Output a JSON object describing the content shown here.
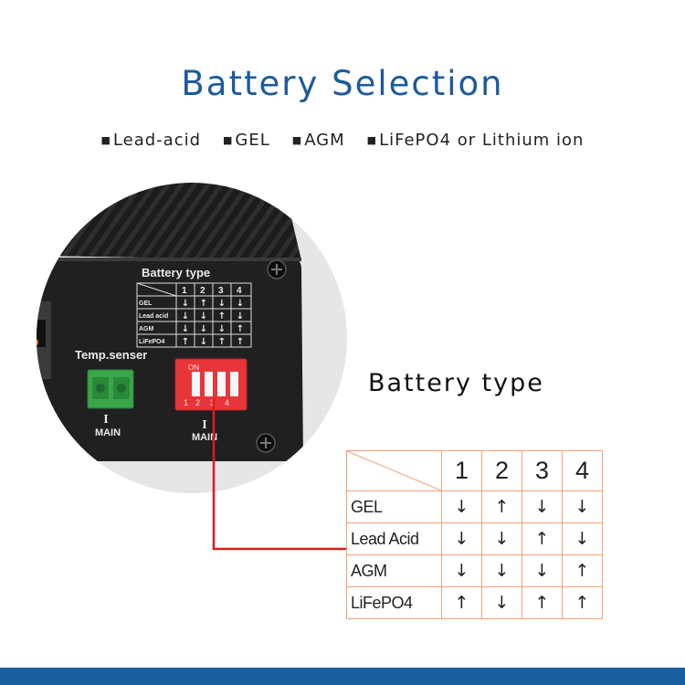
{
  "title": "Battery Selection",
  "battery_types": [
    "Lead-acid",
    "GEL",
    "AGM",
    "LiFePO4 or Lithium ion"
  ],
  "bullet": "■",
  "caption": "Battery type",
  "device": {
    "panel_title": "Battery type",
    "temp_label": "Temp.senser",
    "main_label": "MAIN",
    "main_symbol": "I",
    "dip_on_label": "ON",
    "dip_numbers": [
      "1",
      "2",
      "3",
      "4"
    ],
    "mini_rows": [
      "GEL",
      "Lead acid",
      "AGM",
      "LiFePO4"
    ]
  },
  "table": {
    "switch_headers": [
      "1",
      "2",
      "3",
      "4"
    ],
    "rows": [
      {
        "label": "GEL",
        "switches": [
          "down",
          "up",
          "down",
          "down"
        ]
      },
      {
        "label": "Lead Acid",
        "switches": [
          "down",
          "down",
          "up",
          "down"
        ]
      },
      {
        "label": "AGM",
        "switches": [
          "down",
          "down",
          "down",
          "up"
        ]
      },
      {
        "label": "LiFePO4",
        "switches": [
          "up",
          "down",
          "up",
          "up"
        ]
      }
    ]
  },
  "colors": {
    "title": "#1d5a9c",
    "table_border": "#f0a271",
    "connector_line": "#d61f1f",
    "dip_switch": "#e8353a",
    "terminal_block": "#3aa64a",
    "bottom_bar": "#1b5ea0"
  }
}
